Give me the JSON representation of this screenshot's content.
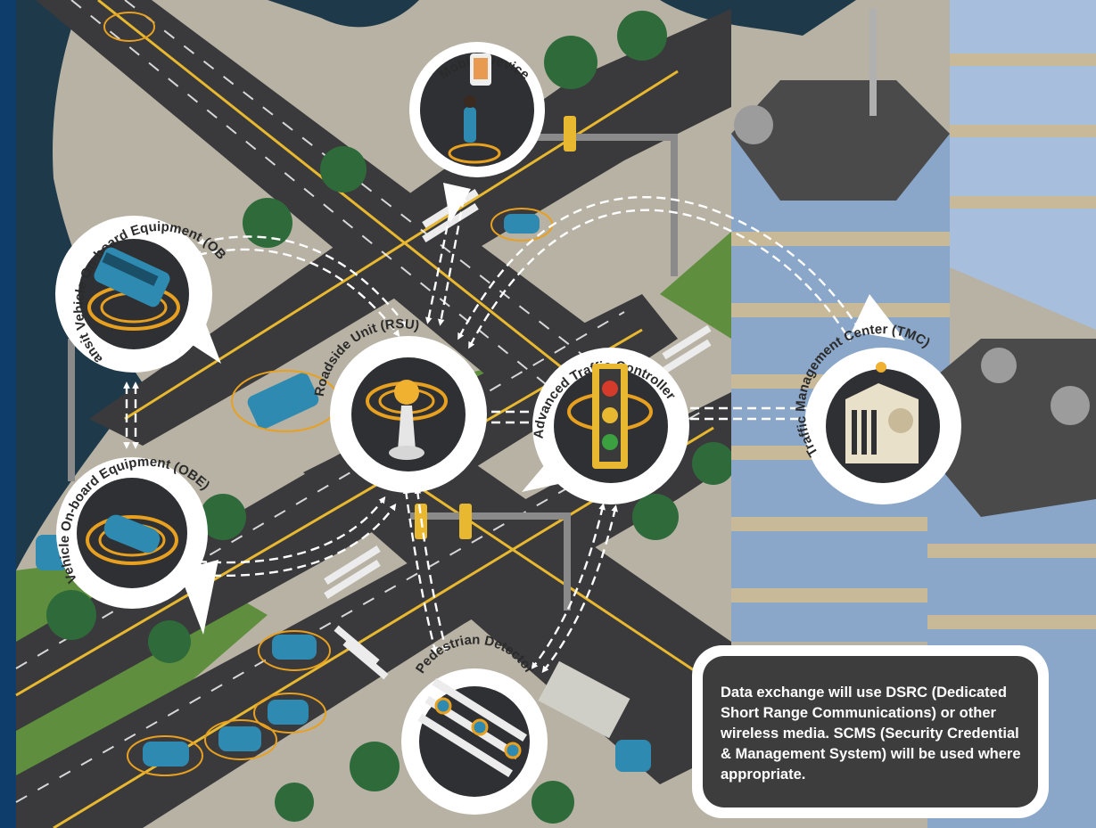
{
  "nodes": {
    "mobile_device": "Mobile Device",
    "transit_obe": "Transit Vehicle On-board Equipment (OBE)",
    "vehicle_obe": "Vehicle On-board Equipment (OBE)",
    "rsu": "Roadside Unit (RSU)",
    "traffic_controller": "Advanced Traffic Controller",
    "tmc": "Traffic Management Center (TMC)",
    "pedestrian_detector": "Pedestrian Detector"
  },
  "caption": "Data exchange will use DSRC (Dedicated Short Range Communications) or other wireless media. SCMS (Security Credential & Management System) will be used where appropriate.",
  "colors": {
    "frame": "#0f3d6b",
    "road": "#3a3a3c",
    "lane_marking": "#e8b830",
    "grass": "#5f8f3e",
    "sidewalk": "#b8b2a4",
    "water": "#1e3a4a",
    "tower": "#8aa6c8",
    "tower_stripe": "#c8b998",
    "node_bg": "#2f3033",
    "vehicle": "#2e8ab0",
    "signal_ring": "#e8a020",
    "link_arrow": "#ffffff"
  },
  "icons": [
    "phone-icon",
    "bus-icon",
    "car-icon",
    "rsu-beacon-icon",
    "traffic-light-icon",
    "tmc-building-icon",
    "crosswalk-icon"
  ]
}
